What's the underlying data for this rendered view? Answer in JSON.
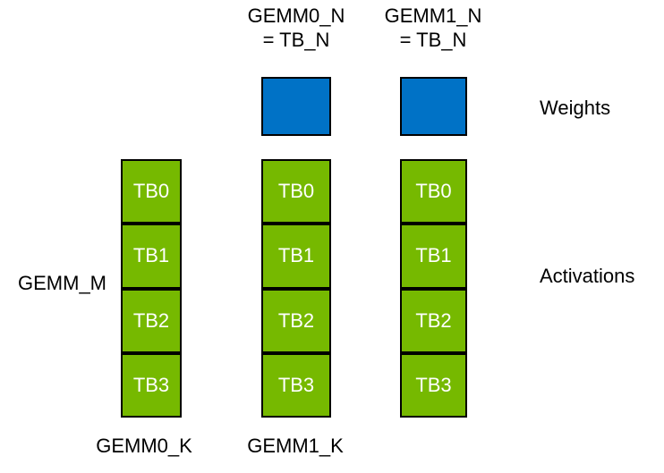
{
  "colors": {
    "background": "#FFFFFF",
    "weights-fill": "#0072C6",
    "activations-fill": "#76B900",
    "border": "#000000",
    "block-label": "#FFFFFF",
    "text": "#000000"
  },
  "header_labels": {
    "gemm0": {
      "line1": "GEMM0_N",
      "line2": "= TB_N"
    },
    "gemm1": {
      "line1": "GEMM1_N",
      "line2": "= TB_N"
    }
  },
  "legend": {
    "weights": "Weights",
    "activations": "Activations"
  },
  "row_label": "GEMM_M",
  "footer_labels": {
    "gemm0_k": "GEMM0_K",
    "gemm1_k": "GEMM1_K"
  },
  "columns": [
    {
      "blocks": [
        "TB0",
        "TB1",
        "TB2",
        "TB3"
      ]
    },
    {
      "blocks": [
        "TB0",
        "TB1",
        "TB2",
        "TB3"
      ]
    },
    {
      "blocks": [
        "TB0",
        "TB1",
        "TB2",
        "TB3"
      ]
    }
  ]
}
